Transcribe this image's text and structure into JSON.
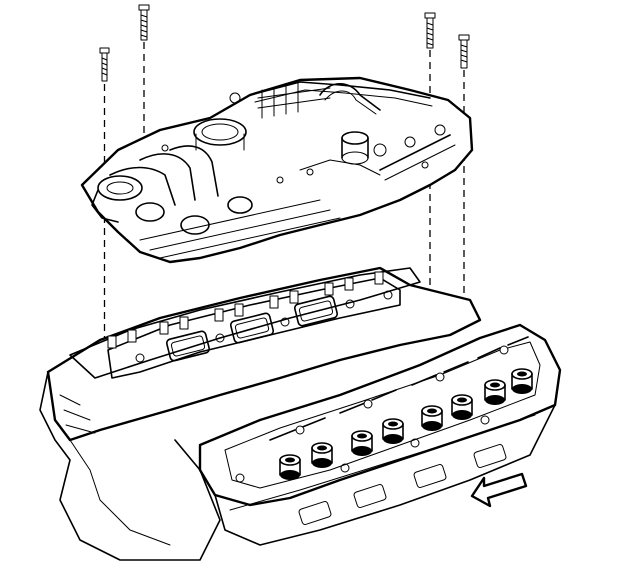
{
  "diagram": {
    "bolts_count": 4,
    "components": [
      "intake-manifold",
      "intake-manifold-gasket",
      "cylinder-head-left",
      "cylinder-head-right",
      "mounting-bolt",
      "front-direction-arrow"
    ],
    "direction_arrow": "front-arrow-icon",
    "colors": {
      "ink": "#000000",
      "background": "#ffffff"
    }
  }
}
